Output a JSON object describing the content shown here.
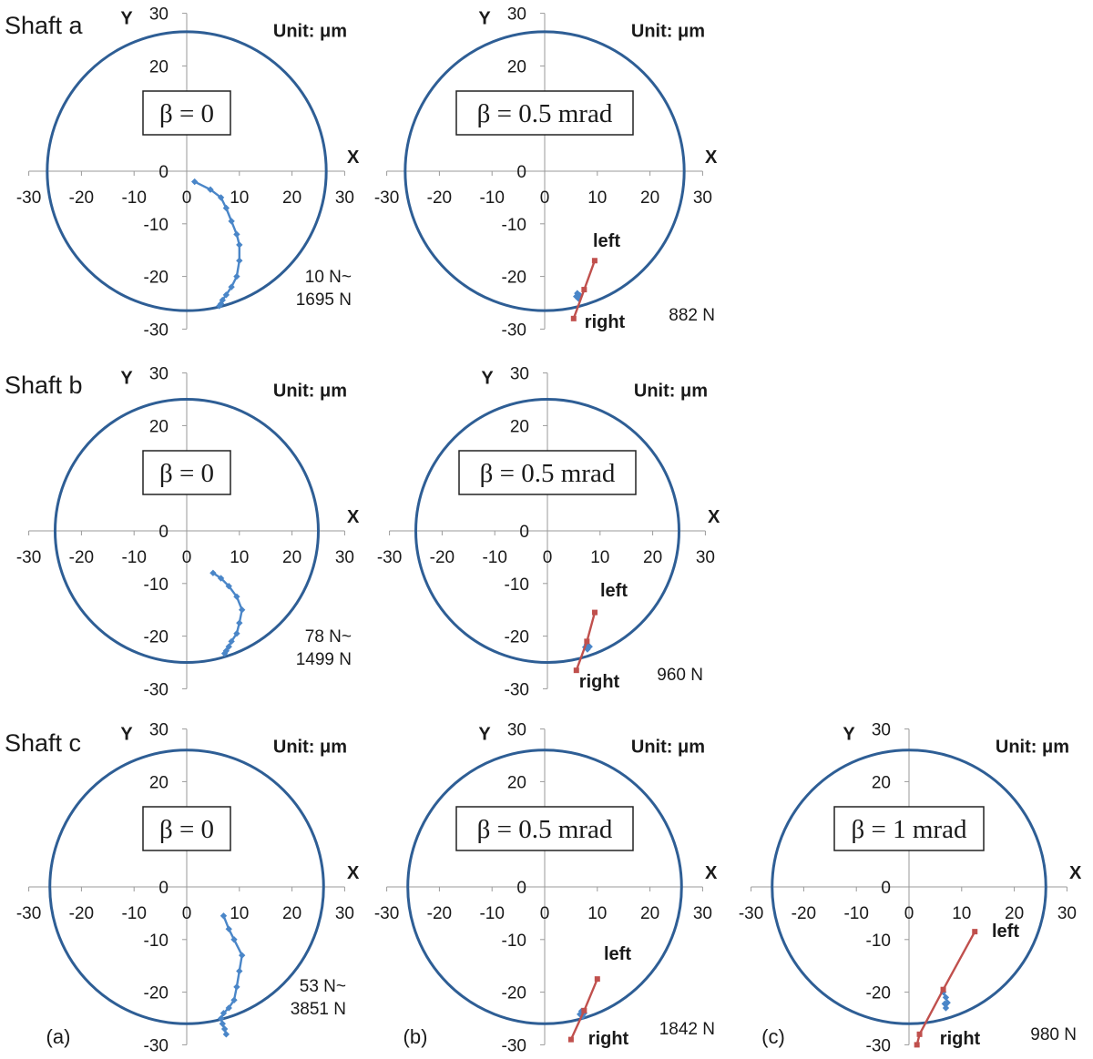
{
  "figure": {
    "unit_label": "Unit: μm",
    "x_axis_name": "X",
    "y_axis_name": "Y",
    "tick_labels": [
      "-30",
      "-20",
      "-10",
      "0",
      "10",
      "20",
      "30"
    ],
    "shaft_labels": [
      "Shaft a",
      "Shaft b",
      "Shaft c"
    ],
    "panel_letters": [
      "(a)",
      "(b)",
      "(c)"
    ],
    "end_labels": {
      "left": "left",
      "right": "right"
    }
  },
  "chart_data": [
    {
      "type": "line",
      "shaft": "Shaft a",
      "beta": "β = 0",
      "load": [
        "10 N~",
        "1695 N"
      ],
      "xlim": [
        -30,
        30
      ],
      "ylim": [
        -30,
        30
      ],
      "clearance_circle_radius": 26.5,
      "series": [
        {
          "color": "#4a86c8",
          "points": [
            [
              1.5,
              -2
            ],
            [
              4.5,
              -3.5
            ],
            [
              6.5,
              -5
            ],
            [
              7.5,
              -7
            ],
            [
              8.5,
              -9.5
            ],
            [
              9.5,
              -12
            ],
            [
              10,
              -14
            ],
            [
              10,
              -17
            ],
            [
              9.5,
              -20
            ],
            [
              8.5,
              -22
            ],
            [
              7.5,
              -23.5
            ],
            [
              6.8,
              -24.5
            ],
            [
              6.5,
              -25.2
            ],
            [
              6.2,
              -25.6
            ]
          ]
        }
      ]
    },
    {
      "type": "line",
      "shaft": "Shaft a",
      "beta": "β = 0.5 mrad",
      "load": [
        "882 N"
      ],
      "xlim": [
        -30,
        30
      ],
      "ylim": [
        -30,
        30
      ],
      "clearance_circle_radius": 26.5,
      "series": [
        {
          "color": "#4a86c8",
          "points": [
            [
              6.2,
              -23.2
            ],
            [
              6.7,
              -23.6
            ],
            [
              6.4,
              -24.2
            ],
            [
              6.0,
              -23.8
            ]
          ]
        },
        {
          "color": "#c0504d",
          "end_labels": [
            "left",
            "right"
          ],
          "points": [
            [
              9.5,
              -17
            ],
            [
              7.5,
              -22.5
            ],
            [
              5.5,
              -28
            ]
          ]
        }
      ]
    },
    {
      "type": "line",
      "shaft": "Shaft b",
      "beta": "β = 0",
      "load": [
        "78 N~",
        "1499 N"
      ],
      "xlim": [
        -30,
        30
      ],
      "ylim": [
        -30,
        30
      ],
      "clearance_circle_radius": 25,
      "series": [
        {
          "color": "#4a86c8",
          "points": [
            [
              5,
              -8
            ],
            [
              6.5,
              -9
            ],
            [
              8,
              -10.5
            ],
            [
              9.5,
              -12.5
            ],
            [
              10.5,
              -15
            ],
            [
              10,
              -17.5
            ],
            [
              9.5,
              -19.5
            ],
            [
              8.5,
              -21
            ],
            [
              8,
              -22
            ],
            [
              7.5,
              -22.8
            ],
            [
              7.2,
              -23.3
            ]
          ]
        }
      ]
    },
    {
      "type": "line",
      "shaft": "Shaft b",
      "beta": "β = 0.5 mrad",
      "load": [
        "960 N"
      ],
      "xlim": [
        -30,
        30
      ],
      "ylim": [
        -30,
        30
      ],
      "clearance_circle_radius": 25,
      "series": [
        {
          "color": "#4a86c8",
          "points": [
            [
              7.5,
              -21.6
            ],
            [
              8.0,
              -22.0
            ],
            [
              7.6,
              -22.5
            ],
            [
              7.2,
              -22.1
            ]
          ]
        },
        {
          "color": "#c0504d",
          "end_labels": [
            "left",
            "right"
          ],
          "points": [
            [
              9,
              -15.5
            ],
            [
              7.5,
              -21
            ],
            [
              5.5,
              -26.5
            ]
          ]
        }
      ]
    },
    {
      "type": "line",
      "shaft": "Shaft c",
      "beta": "β = 0",
      "load": [
        "53 N~",
        "3851 N"
      ],
      "xlim": [
        -30,
        30
      ],
      "ylim": [
        -30,
        30
      ],
      "clearance_circle_radius": 26,
      "series": [
        {
          "color": "#4a86c8",
          "points": [
            [
              7,
              -5.5
            ],
            [
              8,
              -8
            ],
            [
              9,
              -10
            ],
            [
              10.5,
              -13
            ],
            [
              10,
              -16
            ],
            [
              9.5,
              -19
            ],
            [
              9,
              -21.5
            ],
            [
              8,
              -23
            ],
            [
              7,
              -24
            ],
            [
              6.5,
              -25
            ],
            [
              6.8,
              -26
            ],
            [
              7.2,
              -27
            ],
            [
              7.5,
              -28
            ]
          ]
        }
      ]
    },
    {
      "type": "line",
      "shaft": "Shaft c",
      "beta": "β = 0.5 mrad",
      "load": [
        "1842 N"
      ],
      "xlim": [
        -30,
        30
      ],
      "ylim": [
        -30,
        30
      ],
      "clearance_circle_radius": 26,
      "series": [
        {
          "color": "#4a86c8",
          "points": [
            [
              7.0,
              -23.6
            ],
            [
              7.5,
              -24.0
            ],
            [
              7.2,
              -24.6
            ],
            [
              6.7,
              -24.2
            ]
          ]
        },
        {
          "color": "#c0504d",
          "end_labels": [
            "left",
            "right"
          ],
          "points": [
            [
              10,
              -17.5
            ],
            [
              7.5,
              -23.5
            ],
            [
              5,
              -29
            ]
          ]
        }
      ]
    },
    {
      "type": "line",
      "shaft": "Shaft c",
      "beta": "β = 1 mrad",
      "load": [
        "980 N"
      ],
      "xlim": [
        -30,
        30
      ],
      "ylim": [
        -30,
        30
      ],
      "clearance_circle_radius": 26,
      "series": [
        {
          "color": "#4a86c8",
          "points": [
            [
              6.5,
              -20
            ],
            [
              7,
              -21
            ],
            [
              7.3,
              -22
            ],
            [
              7,
              -23
            ],
            [
              6.8,
              -22.2
            ]
          ]
        },
        {
          "color": "#c0504d",
          "end_labels": [
            "left",
            "right"
          ],
          "points": [
            [
              12.5,
              -8.5
            ],
            [
              6.5,
              -19.5
            ],
            [
              2,
              -28
            ],
            [
              1.5,
              -30
            ]
          ]
        }
      ]
    }
  ]
}
